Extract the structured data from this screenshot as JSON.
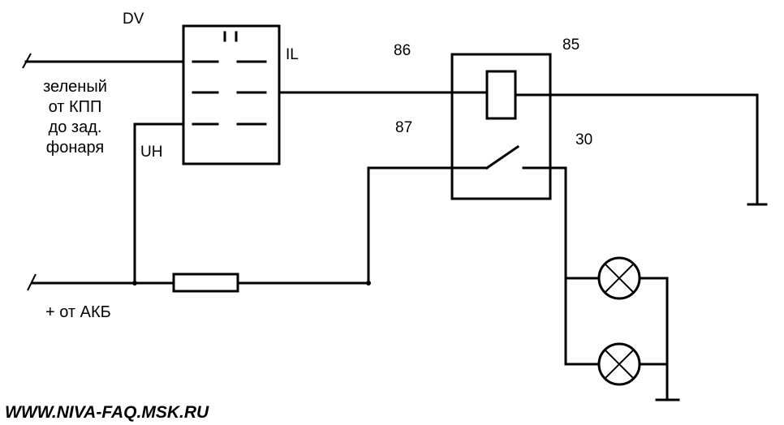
{
  "labels": {
    "dv": "DV",
    "il": "IL",
    "uh": "UH",
    "pin86": "86",
    "pin85": "85",
    "pin87": "87",
    "pin30": "30",
    "green_wire_note": [
      "зеленый",
      "от КПП",
      "до зад.",
      "фонаря"
    ],
    "battery_note": "+ от АКБ",
    "site_url": "WWW.NIVA-FAQ.MSK.RU"
  },
  "colors": {
    "ink": "#000000",
    "background": "#ffffff"
  }
}
